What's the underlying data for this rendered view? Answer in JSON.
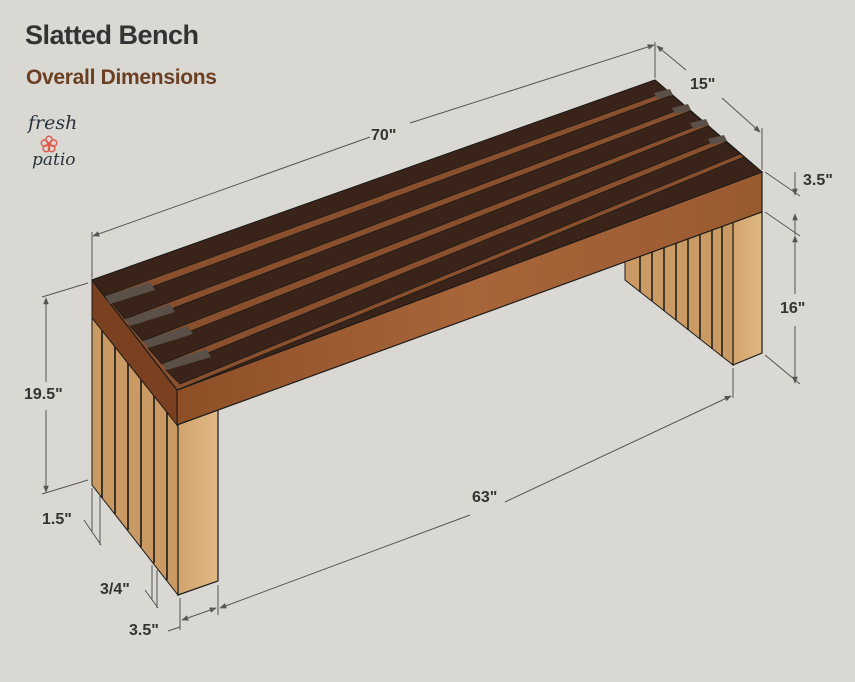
{
  "header": {
    "title": "Slatted Bench",
    "subtitle": "Overall Dimensions"
  },
  "logo": {
    "line1": "fresh",
    "line2": "patio",
    "icon": "flower-icon",
    "icon_color": "#e05a4e"
  },
  "dimensions": {
    "overall_length": "70\"",
    "depth": "15\"",
    "seat_thickness": "3.5\"",
    "leg_height": "16\"",
    "overall_height": "19.5\"",
    "inner_span": "63\"",
    "slat_width": "1.5\"",
    "slat_gap": "3/4\"",
    "leg_width": "3.5\""
  },
  "colors": {
    "background": "#d9d8d3",
    "title": "#333333",
    "subtitle": "#6b3f22",
    "slat_top": "#3a2318",
    "slat_gap": "#8a4f2c",
    "apron": "#9a5a2e",
    "leg": "#d6ad78",
    "dim_line": "#555555"
  }
}
